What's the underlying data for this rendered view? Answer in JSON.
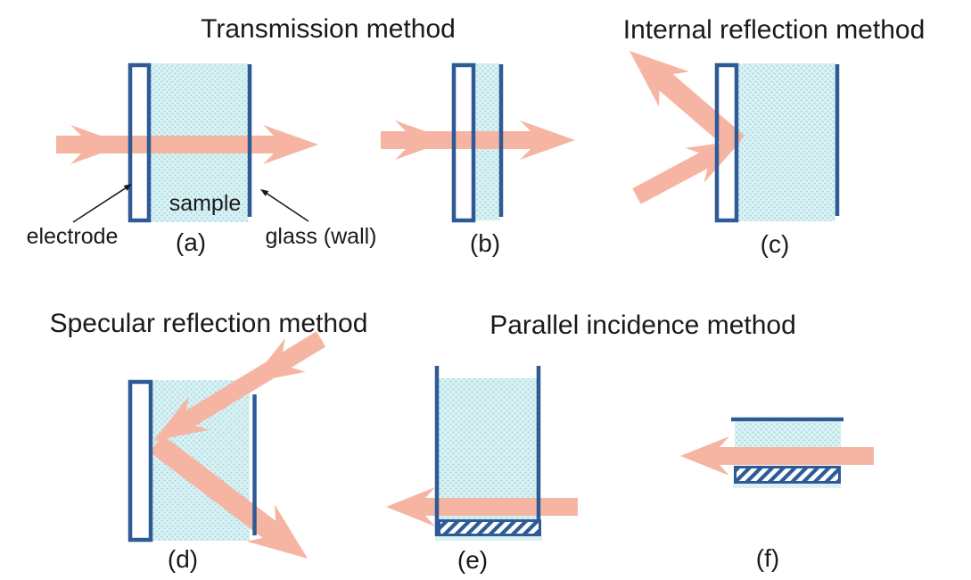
{
  "figure": {
    "titles": {
      "transmission": "Transmission method",
      "internal": "Internal reflection method",
      "specular": "Specular reflection method",
      "parallel": "Parallel incidence method"
    },
    "labels": {
      "electrode": "electrode",
      "sample": "sample",
      "glass": "glass (wall)"
    },
    "captions": {
      "a": "(a)",
      "b": "(b)",
      "c": "(c)",
      "d": "(d)",
      "e": "(e)",
      "f": "(f)"
    }
  },
  "colors": {
    "ink": "#2e5a96",
    "beam": "#f6b5a3",
    "sampleBg": "#dbf2f4",
    "sampleDot": "#a5d9e0",
    "hatchBg": "#ffffff",
    "textColor": "#1a1a1a",
    "pointer": "#1a1a1a"
  }
}
